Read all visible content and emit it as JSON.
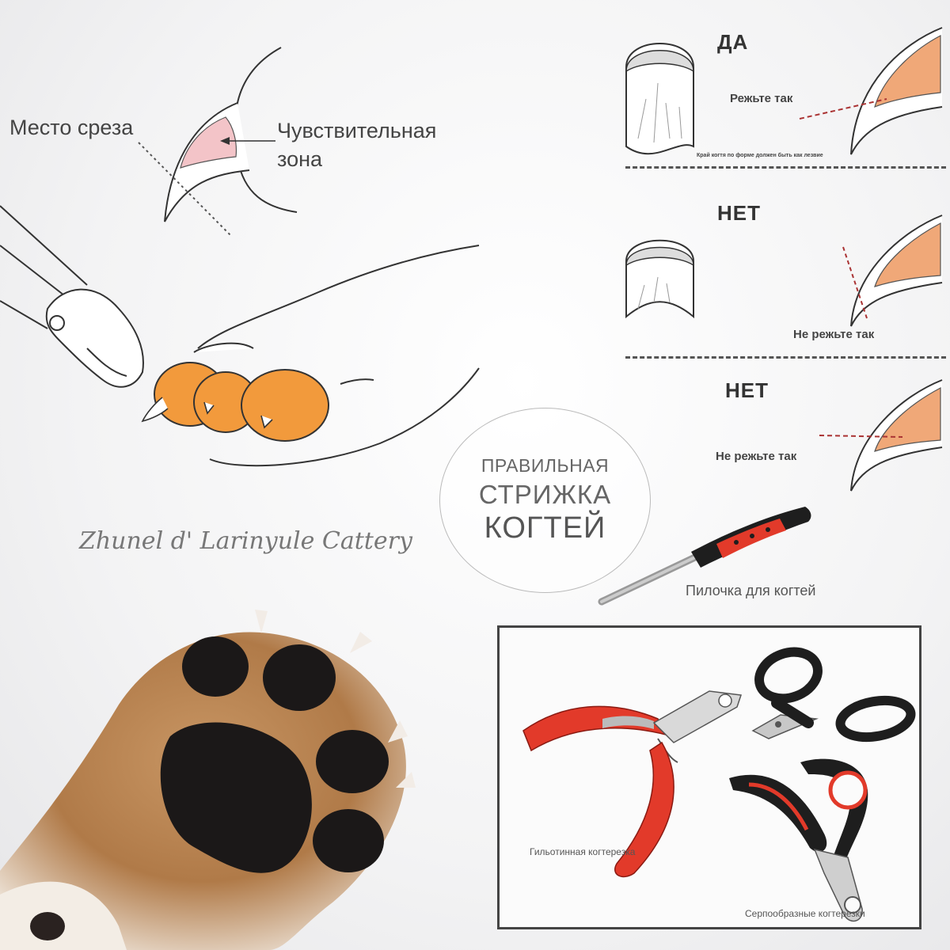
{
  "anatomy": {
    "cut_place_label": "Место среза",
    "sensitive_zone_label_line1": "Чувствительная",
    "sensitive_zone_label_line2": "зона"
  },
  "rows": [
    {
      "verdict": "ДА",
      "instruction": "Режьте так",
      "note": "Край когтя по форме должен быть как лезвие"
    },
    {
      "verdict": "НЕТ",
      "instruction": "Не режьте так"
    },
    {
      "verdict": "НЕТ",
      "instruction": "Не режьте так"
    }
  ],
  "title": {
    "line1": "ПРАВИЛЬНАЯ",
    "line2": "СТРИЖКА",
    "line3": "КОГТЕЙ"
  },
  "signature": "Zhunel d' Larinyule  Cattery",
  "tools": {
    "file_label": "Пилочка для когтей",
    "guillotine_label": "Гильотинная когтерезка",
    "sickle_label": "Серпообразные когтерезки"
  },
  "colors": {
    "claw_orange": "#f0a878",
    "paw_pad_orange": "#f29a3c",
    "handle_red": "#e23a2a",
    "handle_black": "#1e1e1e",
    "sensitive_pink": "#f3c4c8"
  }
}
